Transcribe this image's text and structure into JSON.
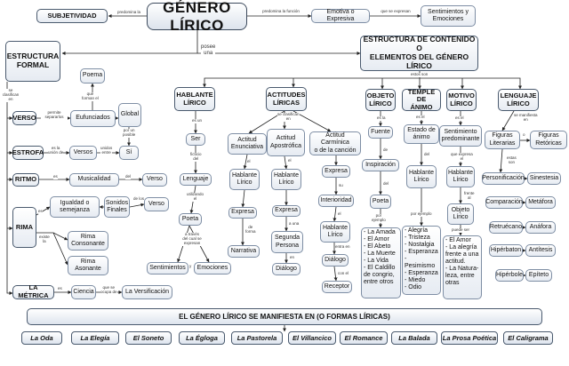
{
  "title": "GÉNERO LÍRICO",
  "top": {
    "subjetividad": "SUBJETIVIDAD",
    "predomina": "predomina la",
    "predomina_funcion": "predomina la función",
    "emotiva": "Emotiva o Expresiva",
    "que_se_expresan": "que se expresan",
    "sentimientos_emociones": "Sentimientos y\nEmociones"
  },
  "estructura_formal": {
    "title": "ESTRUCTURA\nFORMAL",
    "posee_una": "posee\nuna",
    "se_clasifican_en": "se clasifican\nen",
    "verso": "VERSO",
    "permite_separar": "permite separarlos",
    "eufunciados": "Eufunciados",
    "que_forman": "que\nforman el",
    "poema": "Poema",
    "global": "Global",
    "por_un_posible": "por un\nposible",
    "estrofa": "ESTROFA",
    "es_la_union": "es la\nunión de",
    "versos": "Versos",
    "unidos_entre": "unidos\nentre",
    "si": "Sí",
    "ritmo": "RITMO",
    "es": "es",
    "musicalidad": "Musicalidad",
    "del": "del",
    "verso_low": "Verso",
    "rima": "RIMA",
    "igualdad": "Igualdad o\nsemejanza",
    "de_los": "de los",
    "sonidos_finales": "Sonidos\nFinales",
    "existe_la": "existe\nla",
    "rima_consonante": "Rima\nConsonante",
    "rima_asonante": "Rima\nAsonante",
    "la_metrica": "LA MÉTRICA",
    "ciencia": "Ciencia",
    "que_se_ocupa": "que se\nocupa de",
    "la_versificacion": "La Versificación"
  },
  "estructura_contenido": {
    "title": "ESTRUCTURA DE CONTENIDO\nO\nELEMENTOS DEL GÉNERO LÍRICO",
    "estos_son": "estos son",
    "hablante": {
      "title": "HABLANTE\nLÍRICO",
      "es_un": "es un",
      "ser": "Ser",
      "ficticio": "ficticio\ndel",
      "lenguaje": "Lenguaje",
      "utilizando": "utilizando\nel",
      "poeta": "Poeta",
      "a_traves": "a través\ndel cual se\nexpresan",
      "sentimientos": "Sentimientos",
      "y": "y",
      "emociones": "Emociones"
    },
    "actitudes": {
      "title": "ACTITUDES\nLÍRICAS",
      "se_clasifican": "se clasifican\nen",
      "enunciativa": "Actitud\nEnunciativa",
      "apostrofica": "Actitud\nApostrófica",
      "carminica": "Actitud Carmínica\no de la canción",
      "el": "el",
      "hablante1": "Hablante\nLírico",
      "hablante2": "Hablante\nLírico",
      "expresa1": "Expresa",
      "expresa2": "Expresa",
      "de_forma": "de\nforma",
      "narrativa": "Narrativa",
      "a_una": "a una",
      "segunda_persona": "Segunda\nPersona",
      "en": "en",
      "dialogo": "Diálogo"
    },
    "carminica": {
      "expresa": "Expresa",
      "su": "su",
      "interioridad": "Interioridad",
      "el": "el",
      "hablante": "Hablante\nLírico",
      "entra_en": "entra en",
      "dialogo": "Diálogo",
      "con_el": "con el",
      "receptor": "Receptor"
    },
    "objeto": {
      "title": "OBJETO\nLÍRICO",
      "es_la": "es la",
      "fuente": "Fuente",
      "de": "de",
      "inspiracion": "Inspiración",
      "del": "del",
      "poeta": "Poeta",
      "por_ejemplo": "por\nejemplo",
      "list": "- La Amada\n- El Amor\n- El Abeto\n- La Muerte\n- La Vida\n- El Caldillo\nde congrio,\nentre otros"
    },
    "temple": {
      "title": "TEMPLE DE\nÁNIMO",
      "es_el": "es el",
      "estado": "Estado de\nánimo",
      "del": "del",
      "hablante": "Hablante\nLírico",
      "por_ejemplo": "por ejemplo",
      "list": "- Alegría\n- Tristeza\n- Nostalgia\n- Esperanza\n- Pesimismo\n- Esperanza\n- Miedo\n- Odio"
    },
    "motivo": {
      "title": "MOTIVO\nLÍRICO",
      "es_el": "es el",
      "sentimiento": "Sentimiento\npredominante",
      "que_expresa": "que expresa\nel",
      "hablante": "Hablante\nLírico",
      "frente_al": "frente\nal",
      "objeto": "Objeto\nLírico",
      "puede_ser": "puede ser",
      "list": "- El Amor\n- La alegría\nfrente a una\nactitud.\n- La Natura-\nleza, entre\notras"
    },
    "lenguaje": {
      "title": "LENGUAJE\nLÍRICO",
      "se_manifiesta": "se manifiesta\nen",
      "figuras_literarias": "Figuras\nLiterarias",
      "o": "o",
      "figuras_retoricas": "Figuras\nRetóricas",
      "estas_son": "estas\nson",
      "items": [
        "Personificación",
        "Sinestesia",
        "Comparación",
        "Metáfora",
        "Retruécano",
        "Anáfora",
        "Hipérbaton",
        "Antítesis",
        "Hipérbole",
        "Epíteto"
      ]
    }
  },
  "forms": {
    "title": "EL GÉNERO LÍRICO SE MANIFIESTA EN   (O FORMAS LÍRICAS)",
    "items": [
      "La Oda",
      "La Elegía",
      "El Soneto",
      "La Égloga",
      "La Pastorela",
      "El Villancico",
      "El Romance",
      "La Balada",
      "La Prosa Poética",
      "El Caligrama"
    ]
  }
}
